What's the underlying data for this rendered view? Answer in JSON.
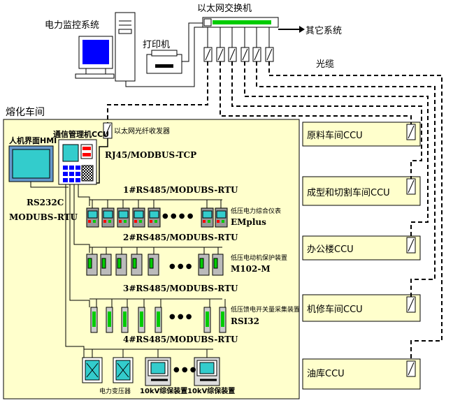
{
  "colors": {
    "panel_fill": "#ffffcc",
    "screen_cyan": "#33cccc",
    "monitor_blue": "#0000ff",
    "switch_green": "#00cc00",
    "relay_red": "#ff0000",
    "hmi_frame": "#6699cc"
  },
  "top": {
    "monitoring_system": "电力监控系统",
    "printer": "打印机",
    "ethernet_switch": "以太网交换机",
    "other_systems": "其它系统",
    "fiber_cable": "光缆"
  },
  "workshop": {
    "title": "熔化车间",
    "hmi": "人机界面HMI",
    "ccu": "通信管理机CCU",
    "transceiver": "以太网光纤收发器",
    "rj45": "RJ45/MODBUS-TCP",
    "rs232": "RS232C",
    "modbus_rtu": "MODUBS-RTU",
    "bus1": "1#RS485/MODUBS-RTU",
    "bus2": "2#RS485/MODUBS-RTU",
    "bus3": "3#RS485/MODUBS-RTU",
    "bus4": "4#RS485/MODUBS-RTU",
    "dev1_desc": "低压电力综合仪表",
    "dev1_model": "EMplus",
    "dev2_desc": "低压电动机保护装置",
    "dev2_model": "M102-M",
    "dev3_desc": "低压馈电开关量采集装置",
    "dev3_model": "RSI32",
    "transformer": "电力变压器",
    "protect1": "10kV综保装置",
    "protect2": "10kV综保装置",
    "dots": "● ● ● ●",
    "dots3": "● ● ●"
  },
  "remote": [
    {
      "name": "原料车间CCU"
    },
    {
      "name": "成型和切割车间CCU"
    },
    {
      "name": "办公楼CCU"
    },
    {
      "name": "机修车间CCU"
    },
    {
      "name": "油库CCU"
    }
  ]
}
